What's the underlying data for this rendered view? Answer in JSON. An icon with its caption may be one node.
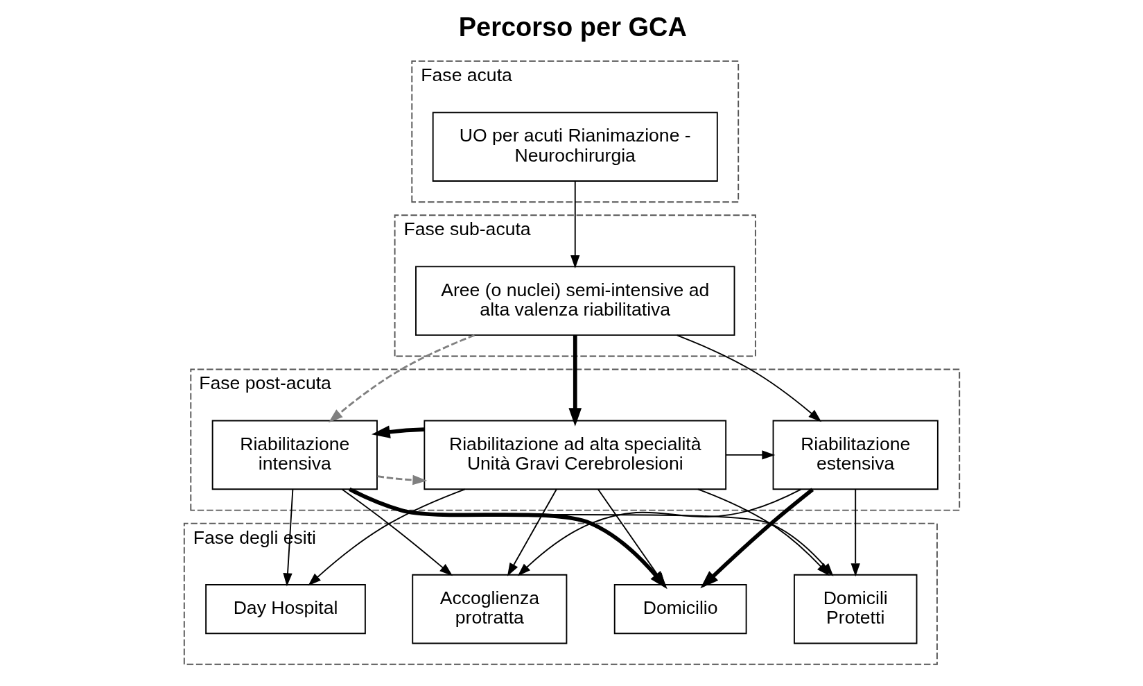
{
  "diagram": {
    "title": "Percorso per GCA",
    "nodes": [
      {
        "text": [
          "Fase acuta"
        ]
      },
      {
        "text": [
          "UO per acuti Rianimazione - Neurochirurgia"
        ],
        "in": 0
      },
      {
        "text": [
          "Fase sub-acuta"
        ]
      },
      {
        "text": [
          "Aree (o nuclei) semi-intensive ad alta valenza riabilitativa"
        ],
        "in": 2
      },
      {
        "text": [
          "Fase post-acuta"
        ]
      },
      {
        "text": [
          "Riabilitazione ad alta specialità Unità Gravi Cerebrolesioni"
        ],
        "in": 4
      },
      {
        "text": [
          "Riabilitazione intensiva"
        ],
        "in": 4
      },
      {
        "text": [
          "Riabilitazione estensiva"
        ],
        "in": 4
      },
      {
        "text": [
          "Fase degli esiti"
        ]
      },
      {
        "text": [
          "Day Hospital"
        ],
        "in": 8
      },
      {
        "text": [
          "Domicilio"
        ],
        "in": 8
      },
      {
        "text": [
          "Accoglienza protratta"
        ],
        "in": 8
      },
      {
        "text": [
          "Domicili Protetti"
        ],
        "in": 8
      }
    ],
    "edges": [
      {
        "from": 1,
        "to": 3,
        "arrow": "to"
      },
      {
        "from": 3,
        "to": 5,
        "arrow": "to",
        "style": "thick"
      },
      {
        "from": 3,
        "to": 6,
        "arrow": "to",
        "style": "dashed",
        "color": "#808080"
      },
      {
        "from": 6,
        "to": 5,
        "arrow": "to",
        "style": "dashed",
        "color": "#808080"
      },
      {
        "from": 3,
        "to": 7,
        "arrow": "to"
      },
      {
        "from": 5,
        "to": 6,
        "arrow": "to",
        "style": "thick"
      },
      {
        "from": 5,
        "to": 7,
        "arrow": "to"
      },
      {
        "from": 5,
        "to": 9,
        "arrow": "to"
      },
      {
        "from": 5,
        "to": 10,
        "arrow": "to"
      },
      {
        "from": 5,
        "to": 11,
        "arrow": "to"
      },
      {
        "from": 5,
        "to": 12,
        "arrow": "to"
      },
      {
        "from": 6,
        "to": 9,
        "arrow": "to"
      },
      {
        "from": 6,
        "to": 10,
        "arrow": "to",
        "style": "thick"
      },
      {
        "from": 6,
        "to": 11,
        "arrow": "to"
      },
      {
        "from": 6,
        "to": 12,
        "arrow": "to"
      },
      {
        "from": 7,
        "to": 10,
        "arrow": "to",
        "style": "thick"
      },
      {
        "from": 7,
        "to": 11,
        "arrow": "to"
      },
      {
        "from": 7,
        "to": 12,
        "arrow": "to"
      }
    ]
  }
}
